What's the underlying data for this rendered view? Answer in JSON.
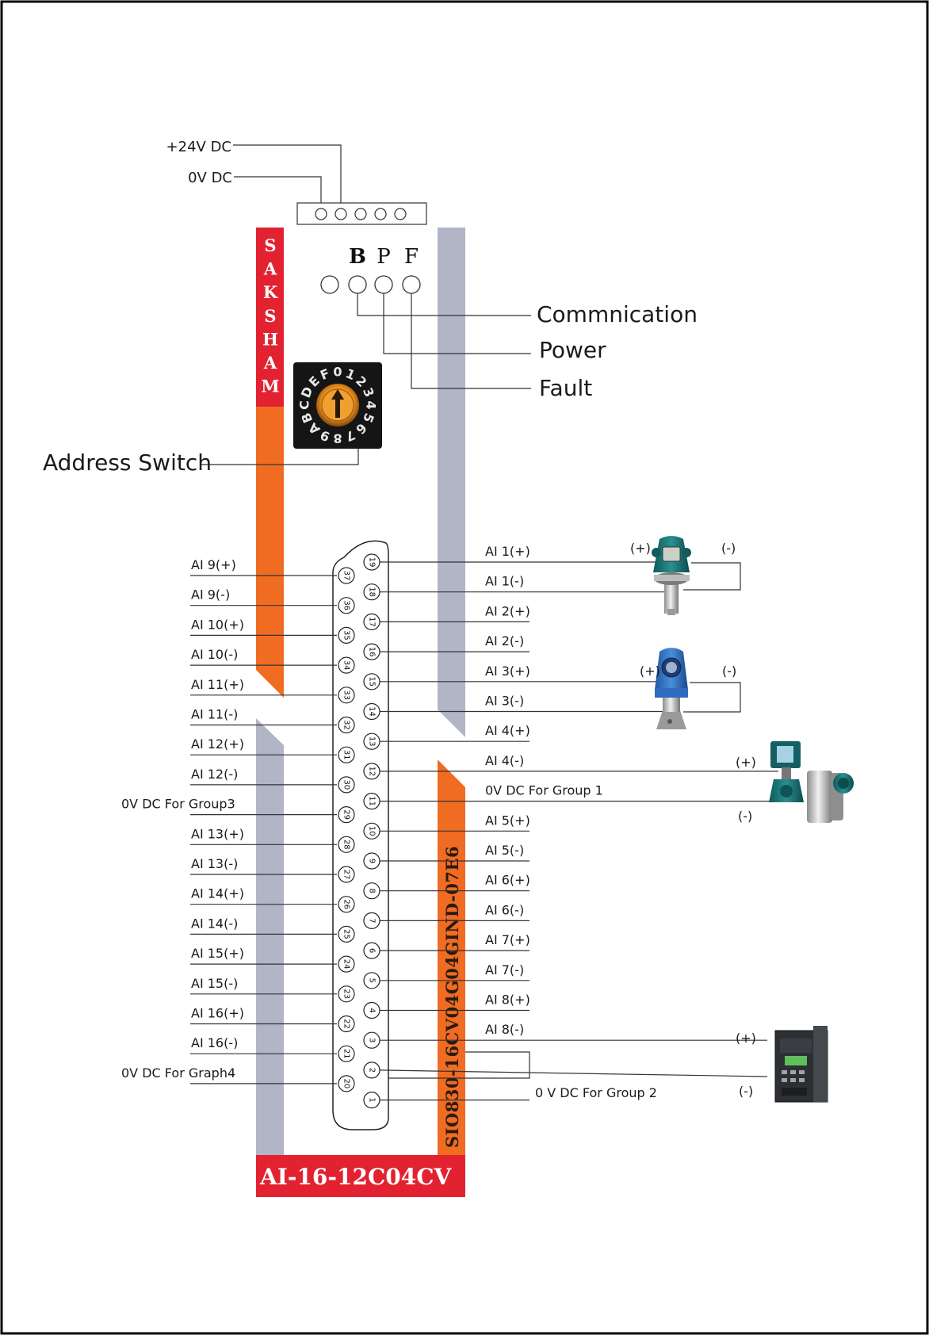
{
  "power": {
    "plus_label": "+24V DC",
    "zero_label": "0V DC"
  },
  "brand": {
    "letters": [
      "S",
      "A",
      "K",
      "S",
      "H",
      "A",
      "M"
    ]
  },
  "leds": [
    {
      "letter": "",
      "name": "blank"
    },
    {
      "letter": "B",
      "name": "Commnication"
    },
    {
      "letter": "P",
      "name": "Power"
    },
    {
      "letter": "F",
      "name": "Fault"
    }
  ],
  "address_switch": {
    "label": "Address Switch",
    "dial_chars": [
      "0",
      "1",
      "2",
      "3",
      "4",
      "5",
      "6",
      "7",
      "8",
      "9",
      "A",
      "B",
      "C",
      "D",
      "E",
      "F"
    ]
  },
  "model_bottom": "AI-16-12C04CV",
  "model_vertical": "SIO830-16CV04G04GIND-07E6",
  "colors": {
    "red": "#e22230",
    "orange": "#f06c22",
    "gray": "#b2b5c6"
  },
  "left_pins": [
    {
      "pin": "37",
      "label": "AI 9(+)"
    },
    {
      "pin": "36",
      "label": "AI 9(-)"
    },
    {
      "pin": "35",
      "label": "AI 10(+)"
    },
    {
      "pin": "34",
      "label": "AI 10(-)"
    },
    {
      "pin": "33",
      "label": "AI 11(+)"
    },
    {
      "pin": "32",
      "label": "AI 11(-)"
    },
    {
      "pin": "31",
      "label": "AI 12(+)"
    },
    {
      "pin": "30",
      "label": "AI 12(-)"
    },
    {
      "pin": "29",
      "label": "0V DC For Group3"
    },
    {
      "pin": "28",
      "label": "AI 13(+)"
    },
    {
      "pin": "27",
      "label": "AI 13(-)"
    },
    {
      "pin": "26",
      "label": "AI 14(+)"
    },
    {
      "pin": "25",
      "label": "AI 14(-)"
    },
    {
      "pin": "24",
      "label": "AI 15(+)"
    },
    {
      "pin": "23",
      "label": "AI 15(-)"
    },
    {
      "pin": "22",
      "label": "AI 16(+)"
    },
    {
      "pin": "21",
      "label": "AI 16(-)"
    },
    {
      "pin": "20",
      "label": "0V DC For Graph4"
    }
  ],
  "right_pins": [
    {
      "pin": "19",
      "label": "AI 1(+)"
    },
    {
      "pin": "18",
      "label": "AI 1(-)"
    },
    {
      "pin": "17",
      "label": "AI 2(+)"
    },
    {
      "pin": "16",
      "label": "AI 2(-)"
    },
    {
      "pin": "15",
      "label": "AI 3(+)"
    },
    {
      "pin": "14",
      "label": "AI 3(-)"
    },
    {
      "pin": "13",
      "label": "AI 4(+)"
    },
    {
      "pin": "12",
      "label": "AI 4(-)"
    },
    {
      "pin": "11",
      "label": "0V DC For Group 1"
    },
    {
      "pin": "10",
      "label": "AI 5(+)"
    },
    {
      "pin": "9",
      "label": "AI 5(-)"
    },
    {
      "pin": "8",
      "label": "AI 6(+)"
    },
    {
      "pin": "7",
      "label": "AI 6(-)"
    },
    {
      "pin": "6",
      "label": "AI 7(+)"
    },
    {
      "pin": "5",
      "label": "AI 7(-)"
    },
    {
      "pin": "4",
      "label": "AI 8(+)"
    },
    {
      "pin": "3",
      "label": "AI 8(-)"
    },
    {
      "pin": "2",
      "label": ""
    },
    {
      "pin": "1",
      "label": ""
    }
  ],
  "group2_label": "0 V DC For Group 2",
  "devices": [
    {
      "name": "pressure-transmitter-1",
      "plus": "(+)",
      "minus": "(-)"
    },
    {
      "name": "pressure-transmitter-2",
      "plus": "(+)",
      "minus": "(-)"
    },
    {
      "name": "flow-meter",
      "plus": "(+)",
      "minus": "(-)"
    },
    {
      "name": "vfd-drive",
      "plus": "(+)",
      "minus": "(-)"
    }
  ]
}
